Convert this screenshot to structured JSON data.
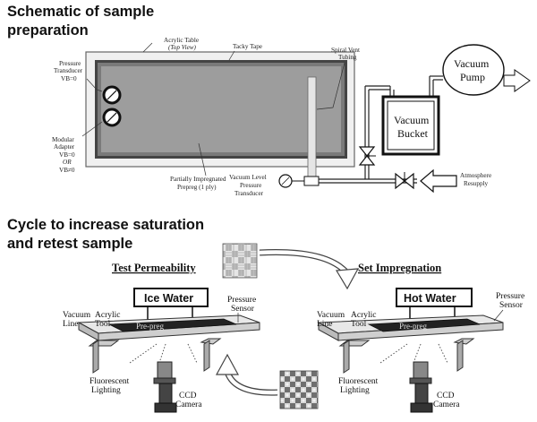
{
  "top": {
    "title_line1": "Schematic of sample",
    "title_line2": "preparation",
    "acrylic_table_line1": "Acrylic Table",
    "acrylic_table_line2": "(Top View)",
    "tacky_tape": "Tacky Tape",
    "pressure_transducer_line1": "Pressure",
    "pressure_transducer_line2": "Transducer",
    "pressure_transducer_line3": "VB=0",
    "modular_adapter": [
      "Modular",
      "Adapter",
      "VB=0",
      "OR",
      "VB≠0"
    ],
    "partially_impregnated_line1": "Partially Impregnated",
    "partially_impregnated_line2": "Prepreg (1 ply)",
    "spiral_vent_line1": "Spiral Vent",
    "spiral_vent_line2": "Tubing",
    "vacuum_pump_line1": "Vacuum",
    "vacuum_pump_line2": "Pump",
    "vacuum_bucket_line1": "Vacuum",
    "vacuum_bucket_line2": "Bucket",
    "vacuum_level": [
      "Vacuum Level",
      "Pressure",
      "Transducer"
    ],
    "atmosphere": [
      "Atmosphere",
      "Resupply"
    ]
  },
  "bottom": {
    "title_line1": "Cycle to increase saturation",
    "title_line2": "and retest sample",
    "left_step": "Test Permeability",
    "right_step": "Set Impregnation",
    "left_box": "Ice Water",
    "right_box": "Hot Water",
    "pressure_sensor_line1": "Pressure",
    "pressure_sensor_line2": "Sensor",
    "vacuum_line_line1": "Vacuum",
    "vacuum_line_line2": "Line",
    "acrylic_tool_line1": "Acrylic",
    "acrylic_tool_line2": "Tool",
    "prepreg": "Pre-preg",
    "fluorescent_line1": "Fluorescent",
    "fluorescent_line2": "Lighting",
    "ccd_line1": "CCD",
    "ccd_line2": "Camera"
  },
  "colors": {
    "fabric_gray": "#8c8c8c",
    "dark": "#222222",
    "light_gray": "#d9d9d9"
  }
}
